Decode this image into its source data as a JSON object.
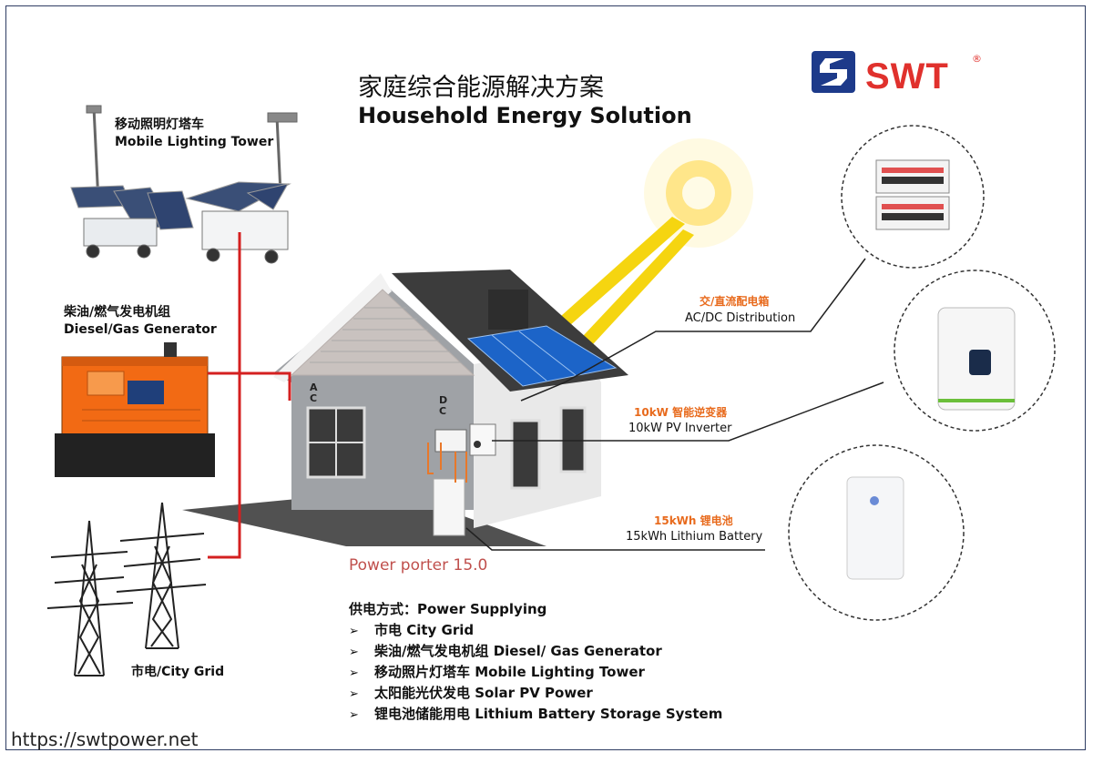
{
  "title": {
    "zh": "家庭综合能源解决方案",
    "en": "Household Energy Solution"
  },
  "brand": {
    "name": "SWT",
    "registered": "®",
    "logo_icon": "swt-s-logo-icon",
    "color_primary": "#e0312d",
    "color_secondary": "#1d3a8a"
  },
  "sources": {
    "lighting_tower": {
      "zh": "移动照明灯塔车",
      "en": "Mobile Lighting Tower"
    },
    "generator": {
      "zh": "柴油/燃气发电机组",
      "en": "Diesel/Gas Generator"
    },
    "city_grid": {
      "label": "市电/City Grid"
    }
  },
  "house": {
    "ac_label": "A\nC",
    "dc_label": "D\nC",
    "model": "Power porter 15.0"
  },
  "callouts": {
    "distribution": {
      "zh": "交/直流配电箱",
      "en": "AC/DC Distribution"
    },
    "inverter": {
      "zh": "10kW 智能逆变器",
      "en": "10kW PV Inverter"
    },
    "battery": {
      "zh": "15kWh 锂电池",
      "en": "15kWh Lithium Battery"
    }
  },
  "supply": {
    "title": "供电方式：Power Supplying",
    "items": [
      "市电  City Grid",
      "柴油/燃气发电机组  Diesel/ Gas Generator",
      "移动照片灯塔车  Mobile Lighting Tower",
      "太阳能光伏发电  Solar PV Power",
      "锂电池储能用电   Lithium Battery Storage System"
    ],
    "bullet": "➢"
  },
  "footer": {
    "url": "https://swtpower.net"
  },
  "colors": {
    "power_line": "#d42020",
    "callout_line": "#222222",
    "callout_accent": "#e86a1c",
    "frame": "#2f3d63"
  }
}
